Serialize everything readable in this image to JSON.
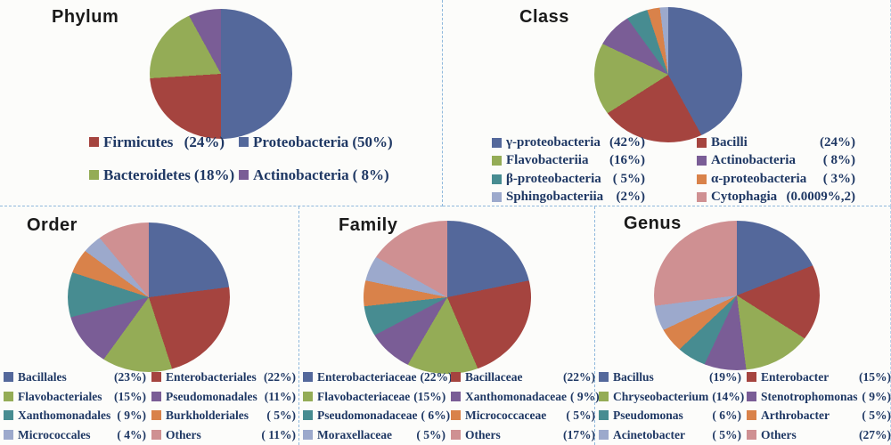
{
  "figure_title": "Bacterial community composition pie charts",
  "palette": {
    "blue": "#54689b",
    "red": "#a5443f",
    "green": "#94ac56",
    "purple": "#7a5d96",
    "teal": "#478c91",
    "orange": "#d9824a",
    "lightblue": "#9ca9cc",
    "pink": "#cf9092"
  },
  "border_color": "#8fb8dc",
  "chart_data": [
    {
      "type": "pie",
      "title": "Phylum",
      "legend_position": "below",
      "slices": [
        {
          "label": "Firmicutes",
          "value": 24,
          "pct_label": "(24%)",
          "color": "red"
        },
        {
          "label": "Proteobacteria",
          "value": 50,
          "pct_label": "(50%)",
          "color": "blue"
        },
        {
          "label": "Bacteroidetes",
          "value": 18,
          "pct_label": "(18%)",
          "color": "green"
        },
        {
          "label": "Actinobacteria",
          "value": 8,
          "pct_label": "( 8%)",
          "color": "purple"
        }
      ],
      "draw_order": [
        1,
        0,
        2,
        3
      ]
    },
    {
      "type": "pie",
      "title": "Class",
      "legend_position": "below",
      "slices": [
        {
          "label": "γ-proteobacteria",
          "value": 42,
          "pct_label": "(42%)",
          "color": "blue"
        },
        {
          "label": "Bacilli",
          "value": 24,
          "pct_label": "(24%)",
          "color": "red"
        },
        {
          "label": "Flavobacteriia",
          "value": 16,
          "pct_label": "(16%)",
          "color": "green"
        },
        {
          "label": "Actinobacteria",
          "value": 8,
          "pct_label": "( 8%)",
          "color": "purple"
        },
        {
          "label": "β-proteobacteria",
          "value": 5,
          "pct_label": "( 5%)",
          "color": "teal"
        },
        {
          "label": "α-proteobacteria",
          "value": 3,
          "pct_label": "( 3%)",
          "color": "orange"
        },
        {
          "label": "Sphingobacteriia",
          "value": 2,
          "pct_label": "(2%)",
          "color": "lightblue"
        },
        {
          "label": "Cytophagia",
          "value": 0.0009,
          "pct_label": "(0.0009%,2)",
          "color": "pink"
        }
      ],
      "draw_order": [
        0,
        1,
        2,
        3,
        4,
        5,
        6,
        7
      ]
    },
    {
      "type": "pie",
      "title": "Order",
      "legend_position": "below",
      "slices": [
        {
          "label": "Bacillales",
          "value": 23,
          "pct_label": "(23%)",
          "color": "blue"
        },
        {
          "label": "Enterobacteriales",
          "value": 22,
          "pct_label": "(22%)",
          "color": "red"
        },
        {
          "label": "Flavobacteriales",
          "value": 15,
          "pct_label": "(15%)",
          "color": "green"
        },
        {
          "label": "Pseudomonadales",
          "value": 11,
          "pct_label": "(11%)",
          "color": "purple"
        },
        {
          "label": "Xanthomonadales",
          "value": 9,
          "pct_label": "( 9%)",
          "color": "teal"
        },
        {
          "label": "Burkholderiales",
          "value": 5,
          "pct_label": "( 5%)",
          "color": "orange"
        },
        {
          "label": "Micrococcales",
          "value": 4,
          "pct_label": "( 4%)",
          "color": "lightblue"
        },
        {
          "label": "Others",
          "value": 11,
          "pct_label": "( 11%)",
          "color": "pink"
        }
      ],
      "draw_order": [
        0,
        1,
        2,
        3,
        4,
        5,
        6,
        7
      ]
    },
    {
      "type": "pie",
      "title": "Family",
      "legend_position": "below",
      "slices": [
        {
          "label": "Enterobacteriaceae",
          "value": 22,
          "pct_label": "(22%)",
          "color": "blue"
        },
        {
          "label": "Bacillaceae",
          "value": 22,
          "pct_label": "(22%)",
          "color": "red"
        },
        {
          "label": "Flavobacteriaceae",
          "value": 15,
          "pct_label": "(15%)",
          "color": "green"
        },
        {
          "label": "Xanthomonadaceae",
          "value": 9,
          "pct_label": "( 9%)",
          "color": "purple"
        },
        {
          "label": "Pseudomonadaceae",
          "value": 6,
          "pct_label": "( 6%)",
          "color": "teal"
        },
        {
          "label": "Micrococcaceae",
          "value": 5,
          "pct_label": "( 5%)",
          "color": "orange"
        },
        {
          "label": "Moraxellaceae",
          "value": 5,
          "pct_label": "( 5%)",
          "color": "lightblue"
        },
        {
          "label": "Others",
          "value": 17,
          "pct_label": "(17%)",
          "color": "pink"
        }
      ],
      "draw_order": [
        0,
        1,
        2,
        3,
        4,
        5,
        6,
        7
      ]
    },
    {
      "type": "pie",
      "title": "Genus",
      "legend_position": "below",
      "slices": [
        {
          "label": "Bacillus",
          "value": 19,
          "pct_label": "(19%)",
          "color": "blue"
        },
        {
          "label": "Enterobacter",
          "value": 15,
          "pct_label": "(15%)",
          "color": "red"
        },
        {
          "label": "Chryseobacterium",
          "value": 14,
          "pct_label": "(14%)",
          "color": "green"
        },
        {
          "label": "Stenotrophomonas",
          "value": 9,
          "pct_label": "( 9%)",
          "color": "purple"
        },
        {
          "label": "Pseudomonas",
          "value": 6,
          "pct_label": "( 6%)",
          "color": "teal"
        },
        {
          "label": "Arthrobacter",
          "value": 5,
          "pct_label": "( 5%)",
          "color": "orange"
        },
        {
          "label": "Acinetobacter",
          "value": 5,
          "pct_label": "( 5%)",
          "color": "lightblue"
        },
        {
          "label": "Others",
          "value": 27,
          "pct_label": "(27%)",
          "color": "pink"
        }
      ],
      "draw_order": [
        0,
        1,
        2,
        3,
        4,
        5,
        6,
        7
      ]
    }
  ]
}
